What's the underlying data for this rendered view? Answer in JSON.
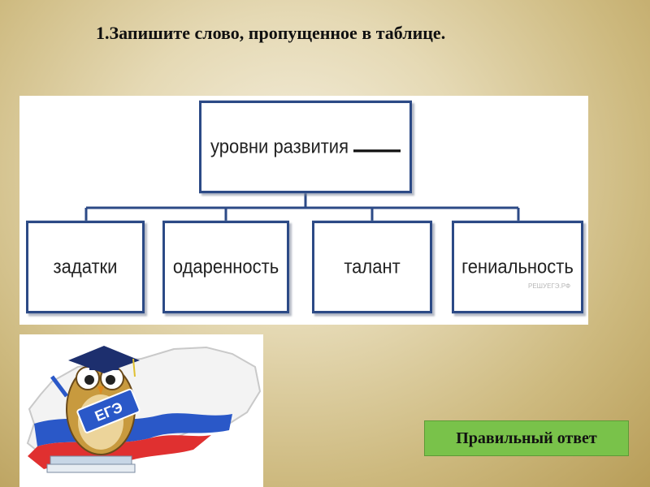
{
  "task": {
    "title": "1.Запишите слово, пропущенное в таблице."
  },
  "diagram": {
    "root_label": "уровни развития",
    "children": [
      "задатки",
      "одаренность",
      "талант",
      "гениальность"
    ],
    "watermark": "РЕШУЕГЭ.РФ"
  },
  "logo": {
    "text": "ЕГЭ"
  },
  "answer": {
    "button_label": "Правильный ответ"
  },
  "colors": {
    "box_border": "#2c4a86",
    "answer_button": "#79c24a"
  }
}
